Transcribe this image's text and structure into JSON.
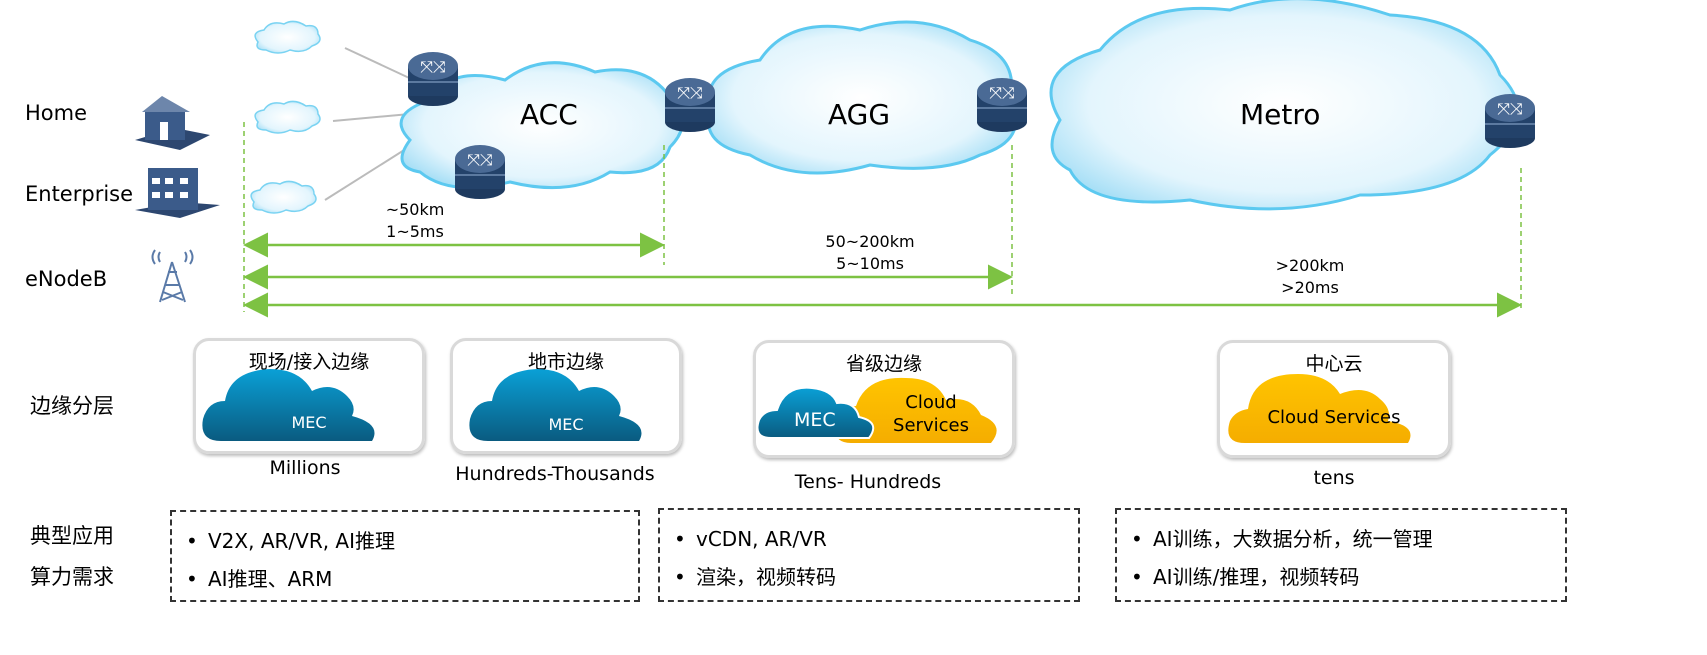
{
  "sources": {
    "home": "Home",
    "enterprise": "Enterprise",
    "enodeb": "eNodeB"
  },
  "networks": {
    "acc": "ACC",
    "agg": "AGG",
    "metro": "Metro"
  },
  "distances": {
    "acc": {
      "km": "~50km",
      "latency": "1~5ms"
    },
    "agg": {
      "km": "50~200km",
      "latency": "5~10ms"
    },
    "metro": {
      "km": ">200km",
      "latency": ">20ms"
    }
  },
  "row_labels": {
    "edge_layers": "边缘分层",
    "apps": "典型应用",
    "compute": "算力需求"
  },
  "tiers": [
    {
      "title": "现场/接入边缘",
      "cloud": "MEC",
      "count": "Millions"
    },
    {
      "title": "地市边缘",
      "cloud": "MEC",
      "count": "Hundreds-Thousands"
    },
    {
      "title": "省级边缘",
      "cloud": "MEC",
      "cloud2": "Cloud Services",
      "count": "Tens- Hundreds"
    },
    {
      "title": "中心云",
      "cloud": "Cloud Services",
      "count": "tens"
    }
  ],
  "requirements": [
    {
      "apps": "V2X, AR/VR, AI推理",
      "compute": "AI推理、ARM"
    },
    {
      "apps": "vCDN, AR/VR",
      "compute": "渲染，视频转码"
    },
    {
      "apps": "AI训练，大数据分析，统一管理",
      "compute": "AI训练/推理，视频转码"
    }
  ],
  "colors": {
    "arrow": "#7dc243",
    "mec": "#0a6e96",
    "cloud_services": "#fbbb00",
    "router": "#2b4a73",
    "network_cloud": "#d8f0fb"
  },
  "icons": [
    "house-icon",
    "enterprise-building-icon",
    "cell-tower-icon",
    "router-icon",
    "cloud-icon"
  ]
}
